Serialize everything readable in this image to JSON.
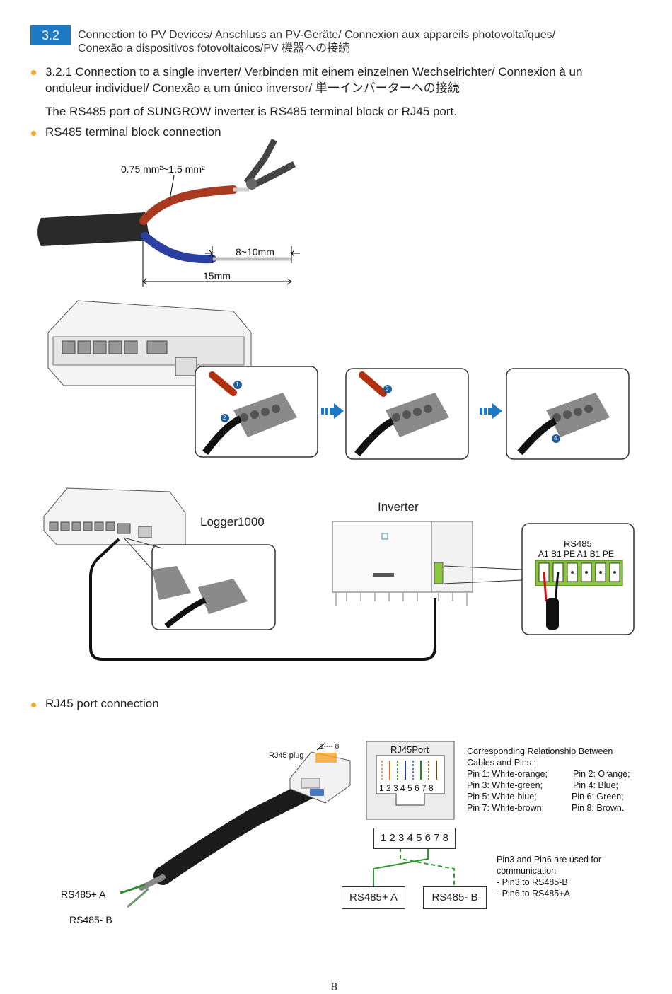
{
  "section": {
    "number": "3.2",
    "title_line1": "Connection to PV Devices/ Anschluss an PV-Geräte/ Connexion aux appareils photovoltaïques/",
    "title_line2": "Conexão a dispositivos fotovoltaicos/PV 機器への接続"
  },
  "subsection": {
    "line1": "3.2.1 Connection to a single inverter/ Verbinden mit einem einzelnen Wechselrichter/ Connexion à un",
    "line2": "onduleur individuel/ Conexão a um único inversor/ 単一インバーターへの接続",
    "note": "The RS485 port of SUNGROW inverter is RS485 terminal block or RJ45 port."
  },
  "terminal_heading": "RS485 terminal block connection",
  "cable": {
    "cross_section": "0.75 mm²~1.5 mm²",
    "strip_length": "8~10mm",
    "sheath_length": "15mm"
  },
  "steps": [
    "1",
    "2",
    "3",
    "4"
  ],
  "wiring": {
    "logger_label": "Logger1000",
    "inverter_label": "Inverter",
    "rs485_title": "RS485",
    "rs485_pins": [
      "A1",
      "B1",
      "PE",
      "A1",
      "B1",
      "PE"
    ]
  },
  "rj45_heading": "RJ45 port connection",
  "rj45": {
    "plug_label": "RJ45 plug",
    "plug_pin_range": "1---- 8",
    "port_label": "RJ45Port",
    "port_pins": "1 2 3 4 5 6 7 8",
    "pin_row": "1 2 3 4 5 6 7 8",
    "rs485_a_box": "RS485+ A",
    "rs485_b_box": "RS485- B",
    "wire_label_a": "RS485+ A",
    "wire_label_b": "RS485- B",
    "relationship_title_1": "Corresponding Relationship Between",
    "relationship_title_2": "Cables and Pins :",
    "pins_left": [
      "Pin 1: White-orange;",
      "Pin 3: White-green;",
      "Pin 5: White-blue;",
      "Pin 7: White-brown;"
    ],
    "pins_right": [
      "Pin 2: Orange;",
      "Pin 4: Blue;",
      "Pin 6: Green;",
      "Pin 8: Brown."
    ],
    "comm_note": [
      "Pin3 and Pin6 are used for",
      "communication",
      "- Pin3 to RS485-B",
      "- Pin6 to RS485+A"
    ]
  },
  "page_number": "8",
  "colors": {
    "accent": "#1f79c2",
    "bullet": "#f5a623",
    "terminal_green": "#8cc63f",
    "arrow_blue": "#1f79c2"
  }
}
